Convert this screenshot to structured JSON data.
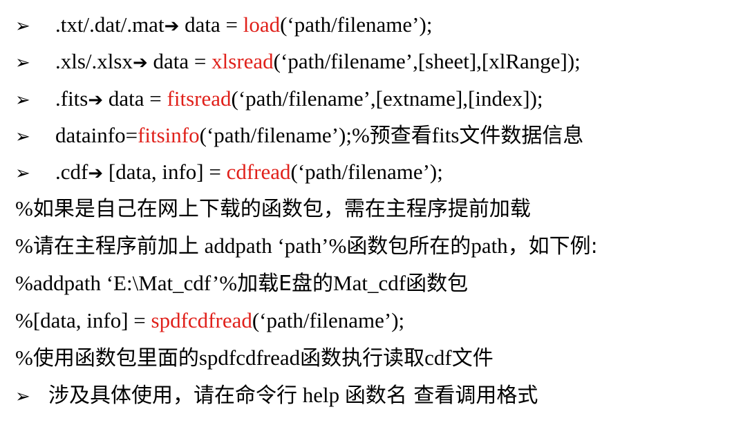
{
  "bullet": "➢",
  "lines": [
    {
      "pre": ".txt/.dat/.mat",
      "arrow": "➔",
      "mid": " data = ",
      "func": "load",
      "post": "(‘path/filename’);"
    },
    {
      "pre": ".xls/.xlsx",
      "arrow": "➔",
      "mid": " data = ",
      "func": "xlsread",
      "post": "(‘path/filename’,[sheet],[xlRange]);"
    },
    {
      "pre": ".fits",
      "arrow": "➔",
      "mid": " data = ",
      "func": "fitsread",
      "post": "(‘path/filename’,[extname],[index]);"
    },
    {
      "pre": "datainfo=",
      "func": "fitsinfo",
      "post": "(‘path/filename’);%",
      "cjk1": "预查看",
      "post2": "fits",
      "cjk2": "文件数据信息"
    },
    {
      "pre": ".cdf",
      "arrow": "➔",
      "mid": " [data, info] = ",
      "func": "cdfread",
      "post": "(‘path/filename’);"
    }
  ],
  "comment1": {
    "pct": "%",
    "text": "如果是自己在网上下载的函数包，需在主程序提前加载"
  },
  "comment2": {
    "pct": "%",
    "cjk1": "请在主程序前加上",
    "mid": " addpath ‘path’%",
    "cjk2": "函数包所在的",
    "post": "path",
    "cjk3": "，如下例:"
  },
  "comment3": {
    "pre": "%addpath ‘E:\\Mat_cdf’%",
    "cjk1": "加载E盘的",
    "mid": "Mat_cdf",
    "cjk2": "函数包"
  },
  "comment4": {
    "pre": "%[data, info] = ",
    "func": "spdfcdfread",
    "post": "(‘path/filename’);"
  },
  "comment5": {
    "pct": "%",
    "cjk1": "使用函数包里面的",
    "mid": "spdfcdfread",
    "cjk2": "函数执行读取",
    "post": "cdf",
    "cjk3": "文件"
  },
  "last": {
    "cjk1": "涉及具体使用，请在命令行",
    "mid": " help ",
    "cjk2": "函数名 查看调用格式"
  }
}
